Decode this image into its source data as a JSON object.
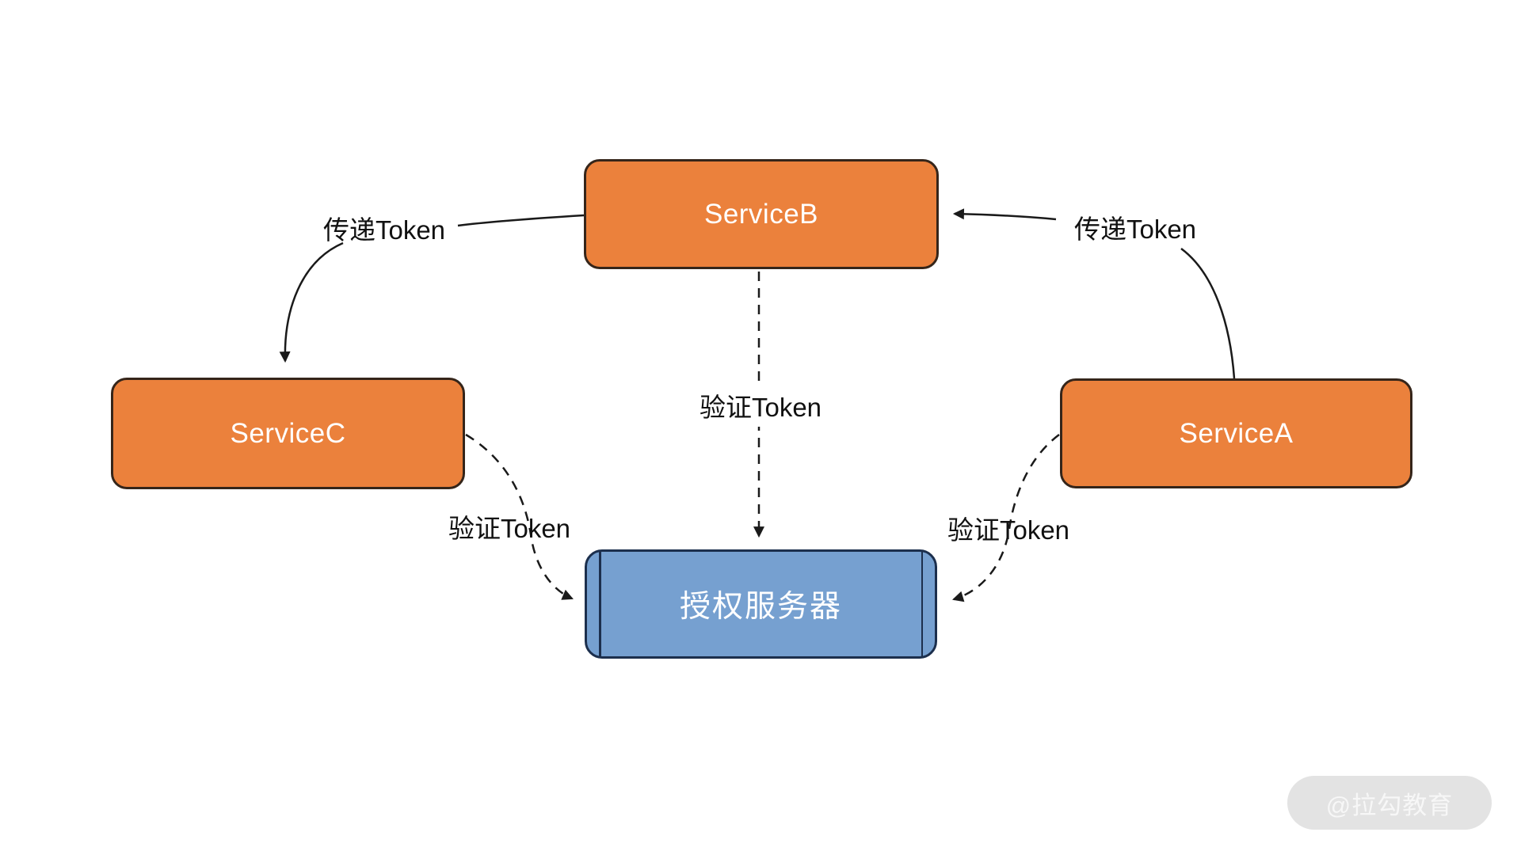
{
  "diagram": {
    "type": "token-auth-flow",
    "nodes": [
      {
        "id": "service-b",
        "label": "ServiceB",
        "role": "service",
        "fill": "#EB813C"
      },
      {
        "id": "service-c",
        "label": "ServiceC",
        "role": "service",
        "fill": "#EB813C"
      },
      {
        "id": "service-a",
        "label": "ServiceA",
        "role": "service",
        "fill": "#EB813C"
      },
      {
        "id": "auth-server",
        "label": "授权服务器",
        "role": "auth-server",
        "fill": "#76A0D0"
      }
    ],
    "edges": [
      {
        "from": "service-a",
        "to": "service-b",
        "label": "传递Token",
        "style": "solid"
      },
      {
        "from": "service-b",
        "to": "service-c",
        "label": "传递Token",
        "style": "solid"
      },
      {
        "from": "service-b",
        "to": "auth-server",
        "label": "验证Token",
        "style": "dashed"
      },
      {
        "from": "service-c",
        "to": "auth-server",
        "label": "验证Token",
        "style": "dashed"
      },
      {
        "from": "service-a",
        "to": "auth-server",
        "label": "验证Token",
        "style": "dashed"
      }
    ],
    "colors": {
      "service_fill": "#EB813C",
      "service_border": "#35251A",
      "auth_fill": "#76A0D0",
      "auth_border": "#1C2F4D",
      "edge_stroke": "#1A1A1A",
      "label_text": "#111111",
      "node_text": "#FFFFFF",
      "watermark_bg": "#E3E3E3",
      "watermark_text": "#F7F7F7",
      "background": "#FFFFFF"
    },
    "watermark": {
      "text": "@拉勾教育"
    }
  }
}
